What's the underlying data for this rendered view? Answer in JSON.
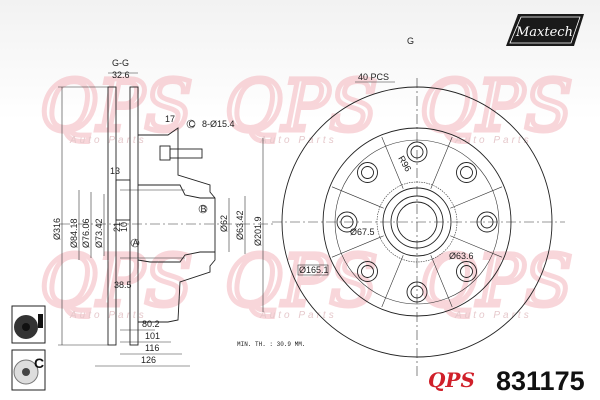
{
  "brand": {
    "logo_text": "Maxtech",
    "watermark_text": "QPS",
    "watermark_sub": "Auto Parts",
    "watermark_color": "#f4b6bd",
    "part_logo_text": "QPS"
  },
  "part_number": "831175",
  "section_label": "G-G",
  "view_label": "G",
  "side_view": {
    "width_dim": "32.6",
    "offset_dim": "17",
    "datum_c": "C",
    "bolt_holes": "8-Ø15.4",
    "dim_13": "13",
    "dia_316": "Ø316",
    "dia_84": "Ø84.18",
    "dia_76": "Ø76.06",
    "dia_73": "Ø73.42",
    "dim_21": "21",
    "dim_10": "10",
    "datum_a": "A",
    "datum_b": "B",
    "dia_62": "Ø62",
    "dia_63": "Ø63.42",
    "dia_201": "Ø201.9",
    "dim_38": "38.5",
    "dim_80": "80.2",
    "dim_101": "101",
    "dim_116": "116",
    "dim_126": "126"
  },
  "min_thickness": "MIN. TH. : 30.9 MM.",
  "front_view": {
    "vanes": "40 PCS",
    "r96": "R96",
    "dia_67": "Ø67.5",
    "dia_63_6": "Ø63.6",
    "dia_165": "Ø165.1"
  },
  "badges": [
    {
      "icon": "coated-disc-spray-icon"
    },
    {
      "icon": "coated-disc-c-icon",
      "label": "C"
    }
  ]
}
